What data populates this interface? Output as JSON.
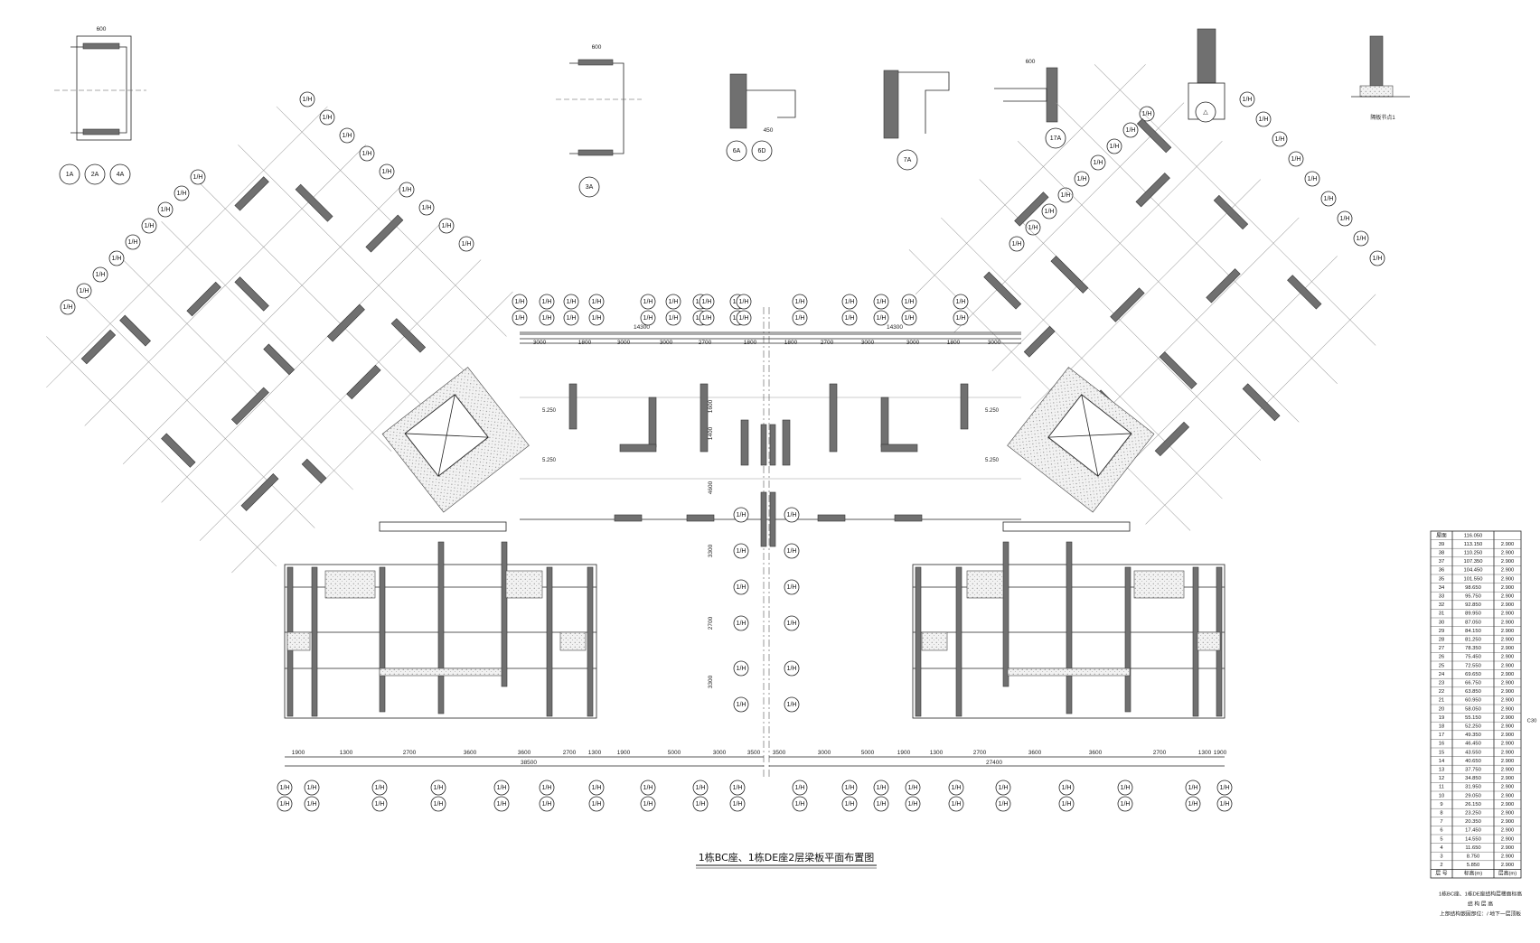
{
  "drawing": {
    "title": "1栋BC座、1栋DE座2层梁板平面布置图",
    "plan_width_left": "38500",
    "plan_width_right": "27400"
  },
  "details": [
    {
      "tag": "1A",
      "tag2": "2A",
      "tag3": "4A"
    },
    {
      "tag": "3A"
    },
    {
      "tag": "6A",
      "tag2": "6D"
    },
    {
      "tag": "7A"
    },
    {
      "tag": "17A"
    },
    {
      "tag": "△"
    },
    {
      "note": "隔板节点1"
    }
  ],
  "top_dims_left": [
    "3000",
    "1800",
    "3000",
    "3000",
    "2700",
    "1800"
  ],
  "top_dims_right": [
    "1800",
    "2700",
    "3000",
    "3000",
    "1800",
    "3000"
  ],
  "top_total_left": "14300",
  "top_total_right": "14300",
  "bottom_dims_left": [
    "1900",
    "1300",
    "2700",
    "3600",
    "3600",
    "2700",
    "1300",
    "1900",
    "5000",
    "3000",
    "3500"
  ],
  "bottom_dims_right": [
    "3500",
    "3000",
    "5000",
    "1900",
    "1300",
    "2700",
    "3600",
    "3600",
    "2700",
    "1300",
    "1900"
  ],
  "mid_dims": [
    "1600",
    "1400",
    "4600",
    "3300",
    "2700",
    "3300"
  ],
  "slab_levels": [
    "5.250",
    "5.250",
    "5.250",
    "5.250"
  ],
  "table": {
    "header_top": "屋面",
    "roof_level": "116.050",
    "rows": [
      [
        "39",
        "113.150",
        "2.900"
      ],
      [
        "38",
        "110.250",
        "2.900"
      ],
      [
        "37",
        "107.350",
        "2.900"
      ],
      [
        "36",
        "104.450",
        "2.900"
      ],
      [
        "35",
        "101.550",
        "2.900"
      ],
      [
        "34",
        "98.650",
        "2.900"
      ],
      [
        "33",
        "95.750",
        "2.900"
      ],
      [
        "32",
        "92.850",
        "2.900"
      ],
      [
        "31",
        "89.950",
        "2.900"
      ],
      [
        "30",
        "87.050",
        "2.900"
      ],
      [
        "29",
        "84.150",
        "2.900"
      ],
      [
        "28",
        "81.250",
        "2.900"
      ],
      [
        "27",
        "78.350",
        "2.900"
      ],
      [
        "26",
        "75.450",
        "2.900"
      ],
      [
        "25",
        "72.550",
        "2.900"
      ],
      [
        "24",
        "69.650",
        "2.900"
      ],
      [
        "23",
        "66.750",
        "2.900"
      ],
      [
        "22",
        "63.850",
        "2.900"
      ],
      [
        "21",
        "60.950",
        "2.900"
      ],
      [
        "20",
        "58.050",
        "2.900"
      ],
      [
        "19",
        "55.150",
        "2.900"
      ],
      [
        "18",
        "52.250",
        "2.900"
      ],
      [
        "17",
        "49.350",
        "2.900"
      ],
      [
        "16",
        "46.450",
        "2.900"
      ],
      [
        "15",
        "43.550",
        "2.900"
      ],
      [
        "14",
        "40.650",
        "2.900"
      ],
      [
        "13",
        "37.750",
        "2.900"
      ],
      [
        "12",
        "34.850",
        "2.900"
      ],
      [
        "11",
        "31.950",
        "2.900"
      ],
      [
        "10",
        "29.050",
        "2.900"
      ],
      [
        "9",
        "26.150",
        "2.900"
      ],
      [
        "8",
        "23.250",
        "2.900"
      ],
      [
        "7",
        "20.350",
        "2.900"
      ],
      [
        "6",
        "17.450",
        "2.900"
      ],
      [
        "5",
        "14.550",
        "2.900"
      ],
      [
        "4",
        "11.650",
        "2.900"
      ],
      [
        "3",
        "8.750",
        "2.900"
      ],
      [
        "2",
        "5.850",
        "2.900"
      ]
    ],
    "footer_cols": [
      "层 号",
      "标高(m)",
      "层高(m)"
    ],
    "concrete_grade": "C30",
    "caption": "1栋BC座、1栋DE座结构层楼面标高",
    "caption2": "结 构 层 高",
    "caption3": "上部结构嵌固部位：/ 地下一层顶板"
  },
  "axis_label": "1/H"
}
